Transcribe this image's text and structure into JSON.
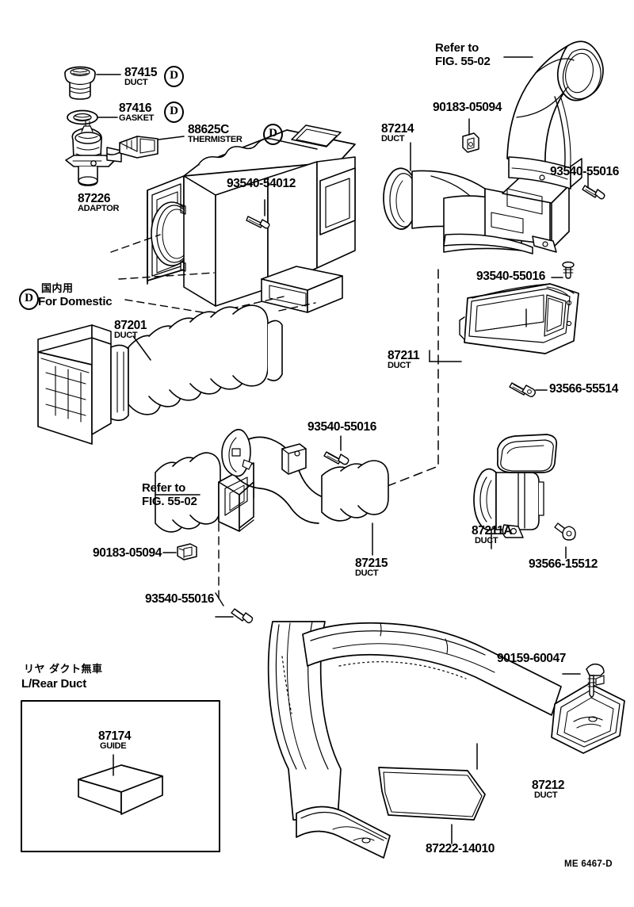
{
  "diagram": {
    "title": "Air duct / heater duct exploded parts diagram",
    "sheet_code": "ME  6467-D",
    "background": "#ffffff",
    "ink": "#000000"
  },
  "legend": {
    "domestic": {
      "marker": "D",
      "jp": "国内用",
      "en": "For  Domestic"
    },
    "rear_duct_box": {
      "jp": "リヤ ダクト無車",
      "en": "L/Rear Duct"
    }
  },
  "parts": [
    {
      "id": "p87415",
      "number": "87415",
      "desc": "DUCT",
      "mark": "D"
    },
    {
      "id": "p87416",
      "number": "87416",
      "desc": "GASKET",
      "mark": "D"
    },
    {
      "id": "p88625c",
      "number": "88625C",
      "desc": "THERMISTER",
      "mark": "D"
    },
    {
      "id": "p87226",
      "number": "87226",
      "desc": "ADAPTOR",
      "mark": ""
    },
    {
      "id": "p9354054012",
      "number": "93540-54012",
      "desc": "",
      "mark": ""
    },
    {
      "id": "p87214",
      "number": "87214",
      "desc": "DUCT",
      "mark": ""
    },
    {
      "id": "p9018305094a",
      "number": "90183-05094",
      "desc": "",
      "mark": ""
    },
    {
      "id": "p9354055016a",
      "number": "93540-55016",
      "desc": "",
      "mark": ""
    },
    {
      "id": "p9354055016b",
      "number": "93540-55016",
      "desc": "",
      "mark": ""
    },
    {
      "id": "p87211",
      "number": "87211",
      "desc": "DUCT",
      "mark": ""
    },
    {
      "id": "p9356655514",
      "number": "93566-55514",
      "desc": "",
      "mark": ""
    },
    {
      "id": "p87201",
      "number": "87201",
      "desc": "DUCT",
      "mark": ""
    },
    {
      "id": "p9354055016c",
      "number": "93540-55016",
      "desc": "",
      "mark": ""
    },
    {
      "id": "p87215",
      "number": "87215",
      "desc": "DUCT",
      "mark": ""
    },
    {
      "id": "p87211a",
      "number": "87211A",
      "desc": "DUCT",
      "mark": ""
    },
    {
      "id": "p9356615512",
      "number": "93566-15512",
      "desc": "",
      "mark": ""
    },
    {
      "id": "p9018305094b",
      "number": "90183-05094",
      "desc": "",
      "mark": ""
    },
    {
      "id": "p9354055016d",
      "number": "93540-55016",
      "desc": "",
      "mark": ""
    },
    {
      "id": "p9015960047",
      "number": "90159-60047",
      "desc": "",
      "mark": ""
    },
    {
      "id": "p87212",
      "number": "87212",
      "desc": "DUCT",
      "mark": ""
    },
    {
      "id": "p8722214010",
      "number": "87222-14010",
      "desc": "",
      "mark": ""
    },
    {
      "id": "p87174",
      "number": "87174",
      "desc": "GUIDE",
      "mark": ""
    }
  ],
  "references": [
    {
      "id": "ref_top",
      "line1": "Refer to",
      "line2": "FIG. 55-02"
    },
    {
      "id": "ref_left",
      "line1": "Refer to",
      "line2": "FIG. 55-02"
    }
  ]
}
